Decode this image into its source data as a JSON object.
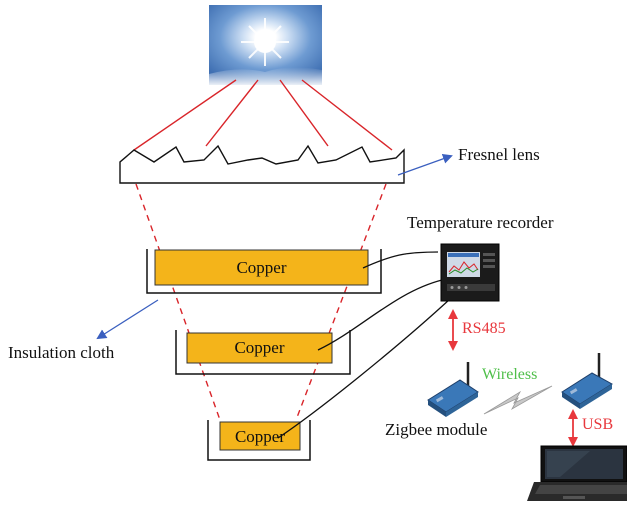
{
  "labels": {
    "fresnel_lens": "Fresnel lens",
    "temperature_recorder": "Temperature recorder",
    "insulation_cloth": "Insulation cloth",
    "zigbee_module": "Zigbee module",
    "rs485": "RS485",
    "wireless": "Wireless",
    "usb": "USB"
  },
  "copper_blocks": [
    {
      "label": "Copper"
    },
    {
      "label": "Copper"
    },
    {
      "label": "Copper"
    }
  ],
  "colors": {
    "copper": "#f4b41a",
    "light_ray": "#d9252a",
    "link_arrow": "#e8383d",
    "wireless_text": "#4fbf4a",
    "pointer_arrow": "#3a5fbf",
    "sky": "#5f8fc9"
  }
}
